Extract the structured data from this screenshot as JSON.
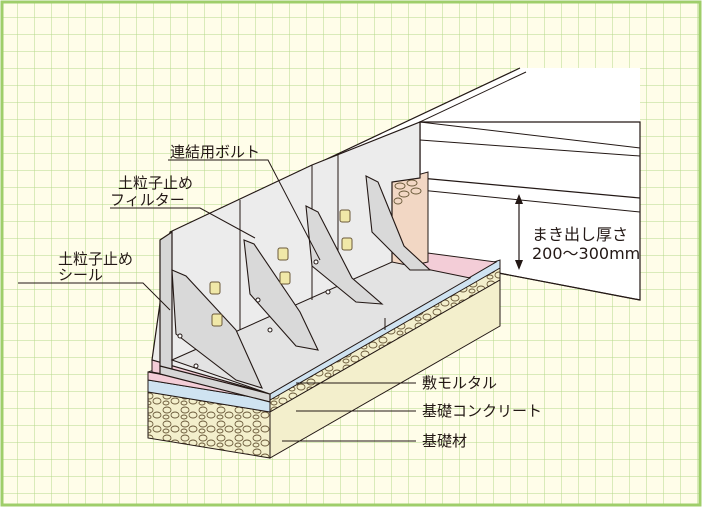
{
  "labels": {
    "bolt": "連結用ボルト",
    "filter_line1": "土粒子止め",
    "filter_line2": "フィルター",
    "seal_line1": "土粒子止め",
    "seal_line2": "シール",
    "height_line1": "まき出し厚さ",
    "height_line2": "200～300mm",
    "mortar": "敷モルタル",
    "concrete": "基礎コンクリート",
    "base_material": "基礎材"
  },
  "colors": {
    "grid_background": "#fffde9",
    "grid_line": "#b5d98a",
    "border": "#9fce6a",
    "wall": "#ececec",
    "wall_shadow": "#d6d6d6",
    "fill_soil": "#ffffff",
    "mortar": "#f3cdd7",
    "concrete": "#cfe3f1",
    "base_material": "#f3efcc",
    "filter": "#e9c79c",
    "bolt_plate": "#f0e8a8"
  }
}
